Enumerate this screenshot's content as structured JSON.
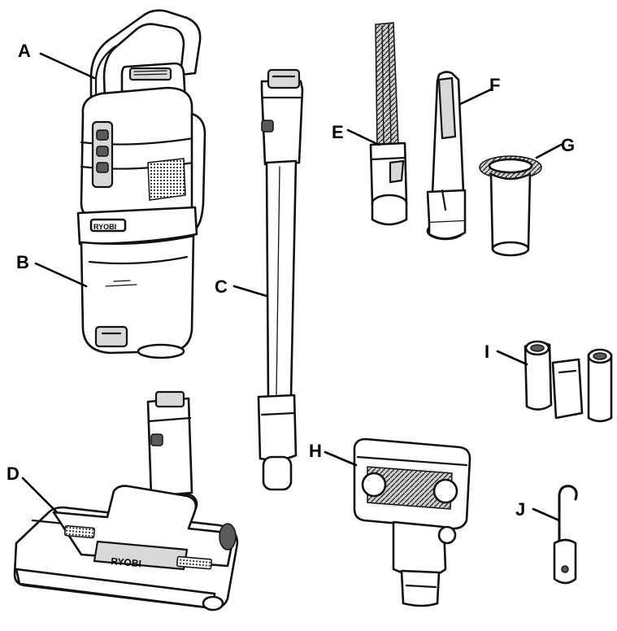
{
  "labels": {
    "A": "A",
    "B": "B",
    "C": "C",
    "D": "D",
    "E": "E",
    "F": "F",
    "G": "G",
    "H": "H",
    "I": "I",
    "J": "J"
  },
  "brand_text": "RYOBI"
}
